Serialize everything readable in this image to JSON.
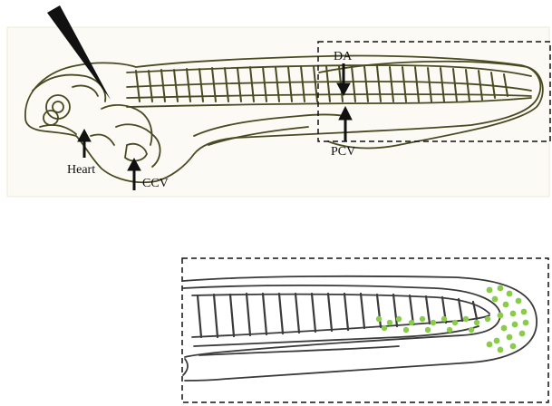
{
  "labels": {
    "heart": "Heart",
    "ccv": "CCV",
    "da": "DA",
    "pcv": "PCV"
  },
  "colors": {
    "outline_top": "#4a4a22",
    "outline_bottom": "#3a3a3a",
    "panel_bg": "#fbfaf4",
    "panel_border": "#ece8da",
    "dots": "#88cc4a",
    "needle": "#111111",
    "arrow": "#111111"
  },
  "icons": {
    "injection_needle": "needle-icon",
    "pointer_arrow": "arrow-up-icon / arrow-down-icon"
  }
}
